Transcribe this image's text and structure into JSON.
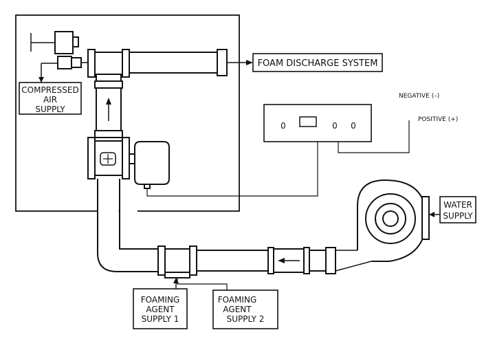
{
  "labels": {
    "foam_discharge": "FOAM DISCHARGE SYSTEM",
    "compressed_air_1": "COMPRESSED",
    "compressed_air_2": "AIR",
    "compressed_air_3": "SUPPLY",
    "negative": "NEGATIVE (–)",
    "positive": "POSITIVE (+)",
    "water_1": "WATER",
    "water_2": "SUPPLY",
    "agent1_1": "FOAMING",
    "agent1_2": "AGENT",
    "agent1_3": "SUPPLY 1",
    "agent2_1": "FOAMING",
    "agent2_2": "AGENT",
    "agent2_3": "SUPPLY 2"
  },
  "panel": {
    "knob_left": "0",
    "knob_mid": "0",
    "knob_right": "0"
  }
}
